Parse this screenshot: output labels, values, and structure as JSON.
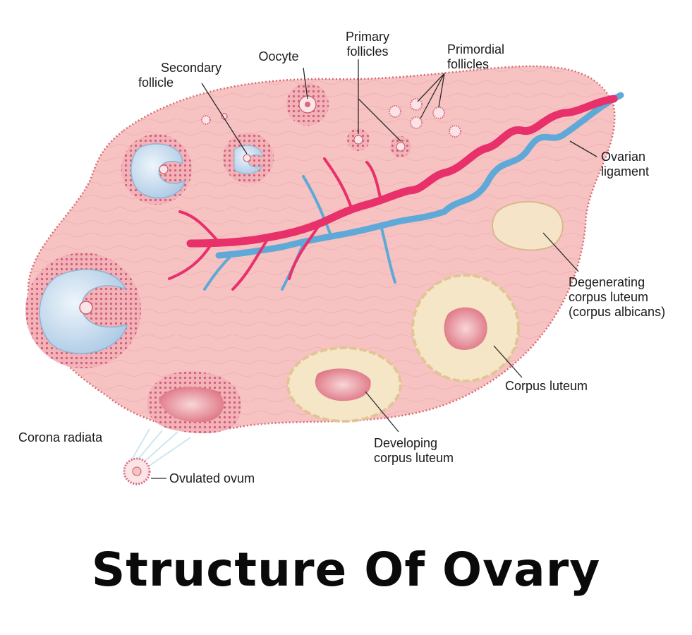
{
  "title": "Structure Of Ovary",
  "colors": {
    "ovary_fill": "#f6c3c2",
    "ovary_edge": "#d9686f",
    "artery": "#e8306a",
    "vein": "#5fa9d8",
    "antrum": "#cfe2f2",
    "luteum": "#f4e6c6",
    "follicle_cells": "#d56a80"
  },
  "labels": {
    "secondary_follicle": [
      "Secondary",
      "follicle"
    ],
    "oocyte": "Oocyte",
    "primary_follicles": [
      "Primary",
      "follicles"
    ],
    "primordial_follicles": [
      "Primordial",
      "follicles"
    ],
    "ovarian_ligament": [
      "Ovarian",
      "ligament"
    ],
    "degenerating_corpus_luteum": [
      "Degenerating",
      "corpus luteum",
      "(corpus albicans)"
    ],
    "corpus_luteum": "Corpus luteum",
    "developing_corpus_luteum": [
      "Developing",
      "corpus luteum"
    ],
    "corona_radiata": "Corona radiata",
    "ovulated_ovum": "Ovulated ovum"
  }
}
